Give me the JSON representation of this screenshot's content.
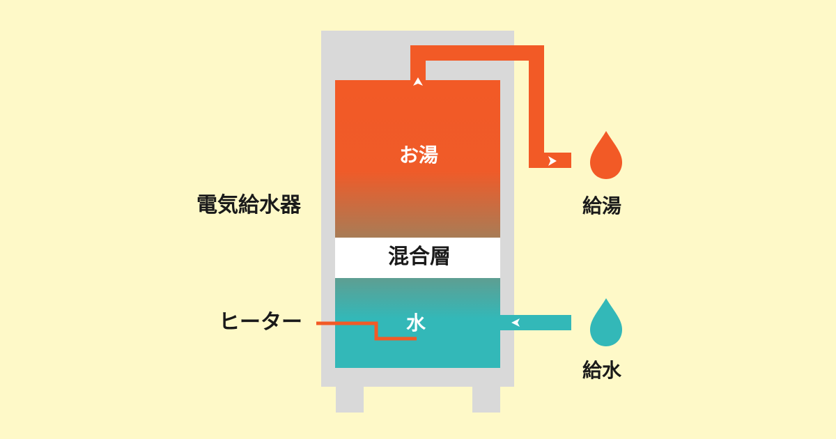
{
  "labels": {
    "heater_name": "電気給水器",
    "heater_element": "ヒーター",
    "hot_water": "お湯",
    "mixing_layer": "混合層",
    "water": "水",
    "hot_supply": "給湯",
    "cold_supply": "給水"
  },
  "colors": {
    "background": "#FEF9C8",
    "cabinet": "#D9D9D9",
    "hot": "#F25A26",
    "mix_gradient": "#A87C56",
    "mixing_layer": "#FFFFFF",
    "cold": "#33B8B8",
    "text": "#1A1A1A"
  },
  "icons": {
    "hot_drop": "water-drop-icon",
    "cold_drop": "water-drop-icon",
    "flow_arrow": "arrowhead-icon"
  }
}
